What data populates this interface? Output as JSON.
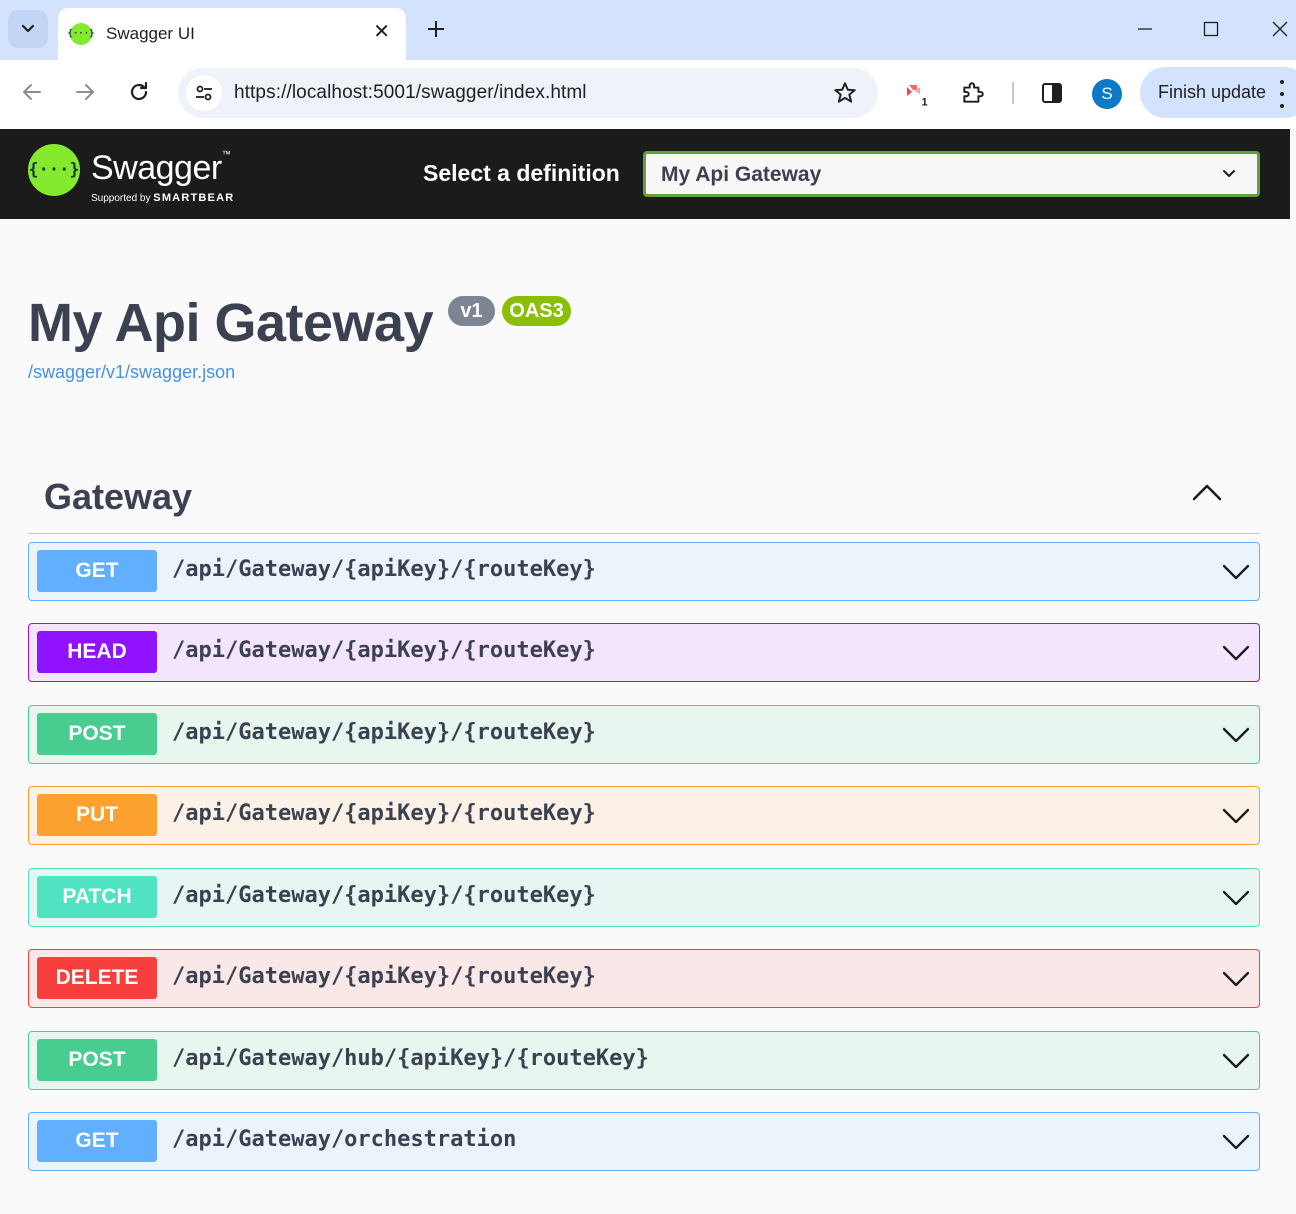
{
  "browser": {
    "tab_title": "Swagger UI",
    "favicon_glyph": "{···}",
    "url": "https://localhost:5001/swagger/index.html",
    "extension_badge_count": "1",
    "profile_initial": "S",
    "finish_update_label": "Finish update"
  },
  "topbar": {
    "logo_glyph": "{···}",
    "logo_name": "Swagger",
    "logo_tm": "™",
    "logo_sub_prefix": "Supported by",
    "logo_sub_brand": "SMARTBEAR",
    "definition_label": "Select a definition",
    "definition_value": "My Api Gateway"
  },
  "info": {
    "title": "My Api Gateway",
    "version_badge": "v1",
    "oas_badge": "OAS3",
    "spec_link": "/swagger/v1/swagger.json"
  },
  "tag": {
    "name": "Gateway"
  },
  "operations": [
    {
      "method": "GET",
      "path": "/api/Gateway/{apiKey}/{routeKey}"
    },
    {
      "method": "HEAD",
      "path": "/api/Gateway/{apiKey}/{routeKey}"
    },
    {
      "method": "POST",
      "path": "/api/Gateway/{apiKey}/{routeKey}"
    },
    {
      "method": "PUT",
      "path": "/api/Gateway/{apiKey}/{routeKey}"
    },
    {
      "method": "PATCH",
      "path": "/api/Gateway/{apiKey}/{routeKey}"
    },
    {
      "method": "DELETE",
      "path": "/api/Gateway/{apiKey}/{routeKey}"
    },
    {
      "method": "POST",
      "path": "/api/Gateway/hub/{apiKey}/{routeKey}"
    },
    {
      "method": "GET",
      "path": "/api/Gateway/orchestration"
    }
  ],
  "colors": {
    "get": "#61affe",
    "head": "#9012fe",
    "post": "#49cc90",
    "put": "#fca130",
    "patch": "#50e3c2",
    "delete": "#f93e3e",
    "swagger_green": "#85ea2d",
    "topbar_bg": "#1b1b1b"
  }
}
